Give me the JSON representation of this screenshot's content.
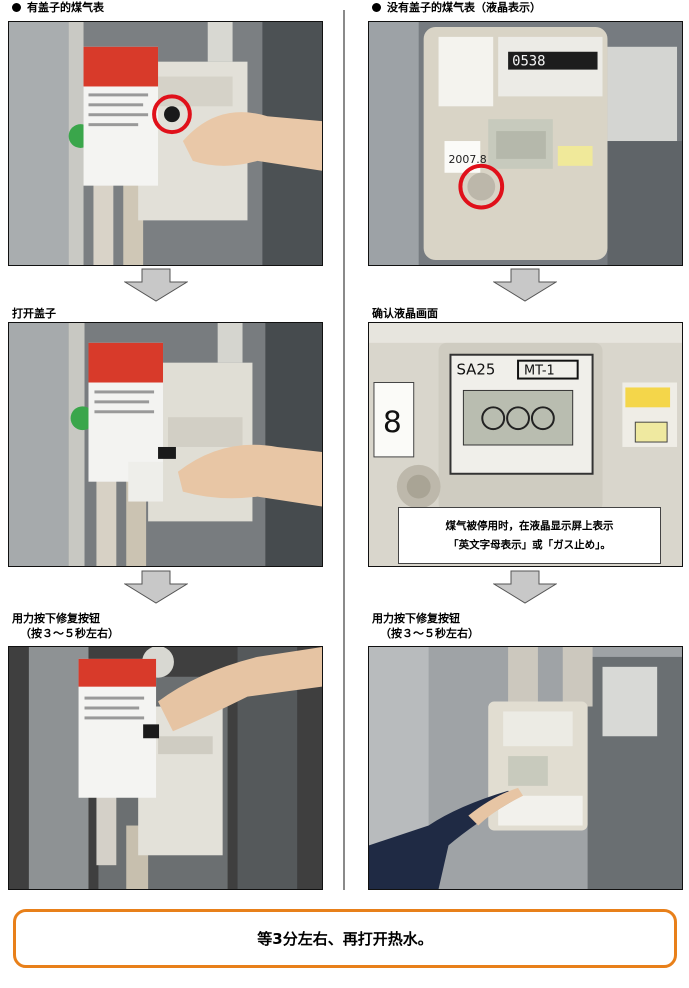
{
  "left": {
    "title": "有盖子的煤气表",
    "step2_label": "打开盖子",
    "step3_label_line1": "用力按下修复按钮",
    "step3_label_line2": "（按３～５秒左右）"
  },
  "right": {
    "title": "没有盖子的煤气表（液晶表示）",
    "step2_label": "确认液晶画面",
    "step3_label_line1": "用力按下修复按钮",
    "step3_label_line2": "（按３～５秒左右）",
    "meter_model": "SA25",
    "meter_type": "MT-1",
    "meter_reading": "0538",
    "callout_line1": "煤气被停用时，在液晶显示屏上表示",
    "callout_line2": "「英文字母表示」或「ガス止め」。"
  },
  "footer": {
    "text": "等3分左右、再打开热水。"
  },
  "colors": {
    "highlight_circle": "#e0101a",
    "arrow_fill": "#c8c8c8",
    "footer_border": "#e8801a",
    "divider": "#8a8a8a"
  }
}
